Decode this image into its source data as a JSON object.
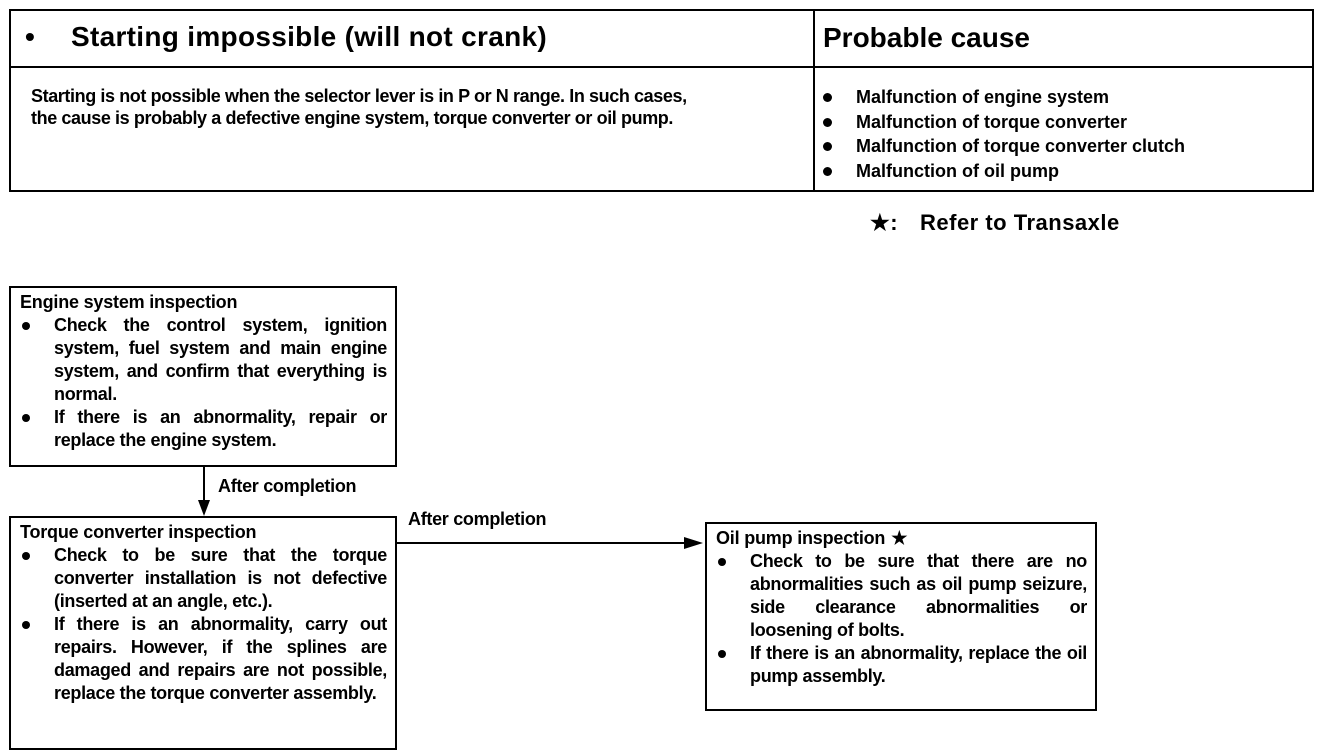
{
  "table": {
    "header": {
      "bullet": "•",
      "title": "Starting impossible (will not crank)",
      "cause_heading": "Probable cause"
    },
    "description_line1": "Starting is not possible when the selector lever is in P or N range.  In such cases,",
    "description_line2": "the cause is probably a defective engine system, torque converter or oil pump.",
    "causes": [
      "Malfunction of engine system",
      "Malfunction of torque converter",
      "Malfunction of torque converter clutch",
      "Malfunction of oil pump"
    ]
  },
  "reference_note": {
    "star": "★:",
    "text": "Refer to Transaxle"
  },
  "flow": {
    "engine_box": {
      "title": "Engine system inspection",
      "items": [
        "Check the control system, ignition system, fuel system and main engine system, and confirm that everything is normal.",
        "If there is an abnormality, repair or replace the engine system."
      ]
    },
    "connector_1_label": "After completion",
    "torque_box": {
      "title": "Torque converter inspection",
      "items": [
        "Check to be sure that the torque converter installation is not defective (inserted at an angle, etc.).",
        "If there is an abnormality, carry out repairs. However, if the splines are damaged and repairs are not possible, replace the torque converter assembly."
      ]
    },
    "connector_2_label": "After completion",
    "oil_box": {
      "title": "Oil pump inspection",
      "title_star": "★",
      "items": [
        "Check to be sure that there are no abnormalities such as oil pump seizure, side clearance abnormalities or loosening of bolts.",
        "If there is an abnormality, replace the oil pump assembly."
      ]
    }
  }
}
